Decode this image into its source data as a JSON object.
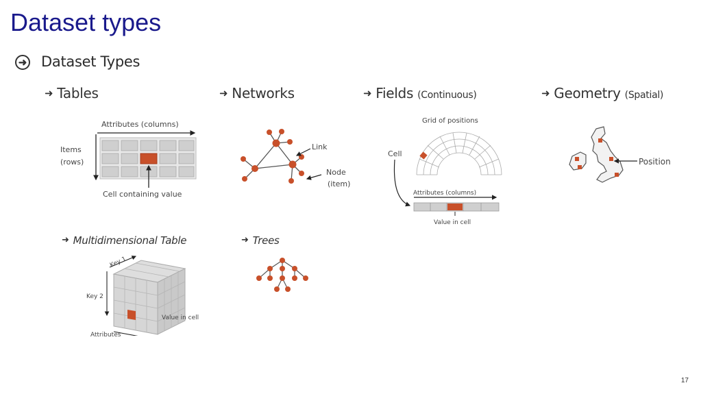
{
  "slide": {
    "title": "Dataset types",
    "page_number": "17"
  },
  "section": {
    "title": "Dataset Types",
    "icon": "circle-arrow-icon"
  },
  "types": {
    "tables": {
      "heading": "Tables",
      "col_label": "Attributes (columns)",
      "row_label_1": "Items",
      "row_label_2": "(rows)",
      "cell_label": "Cell containing value"
    },
    "networks": {
      "heading": "Networks",
      "link_label": "Link",
      "node_label_1": "Node",
      "node_label_2": "(item)"
    },
    "fields": {
      "heading": "Fields",
      "heading_sub": "(Continuous)",
      "grid_label": "Grid of positions",
      "cell_label": "Cell",
      "col_label": "Attributes (columns)",
      "value_label": "Value in cell"
    },
    "geometry": {
      "heading": "Geometry",
      "heading_sub": "(Spatial)",
      "position_label": "Position"
    },
    "multidim": {
      "heading": "Multidimensional Table",
      "key1_label": "Key 1",
      "key2_label": "Key 2",
      "attr_label": "Attributes",
      "value_label": "Value in cell"
    },
    "trees": {
      "heading": "Trees"
    }
  },
  "colors": {
    "title": "#1a1a8c",
    "accent": "#c8502a",
    "cell_gray": "#cfcfcf"
  }
}
